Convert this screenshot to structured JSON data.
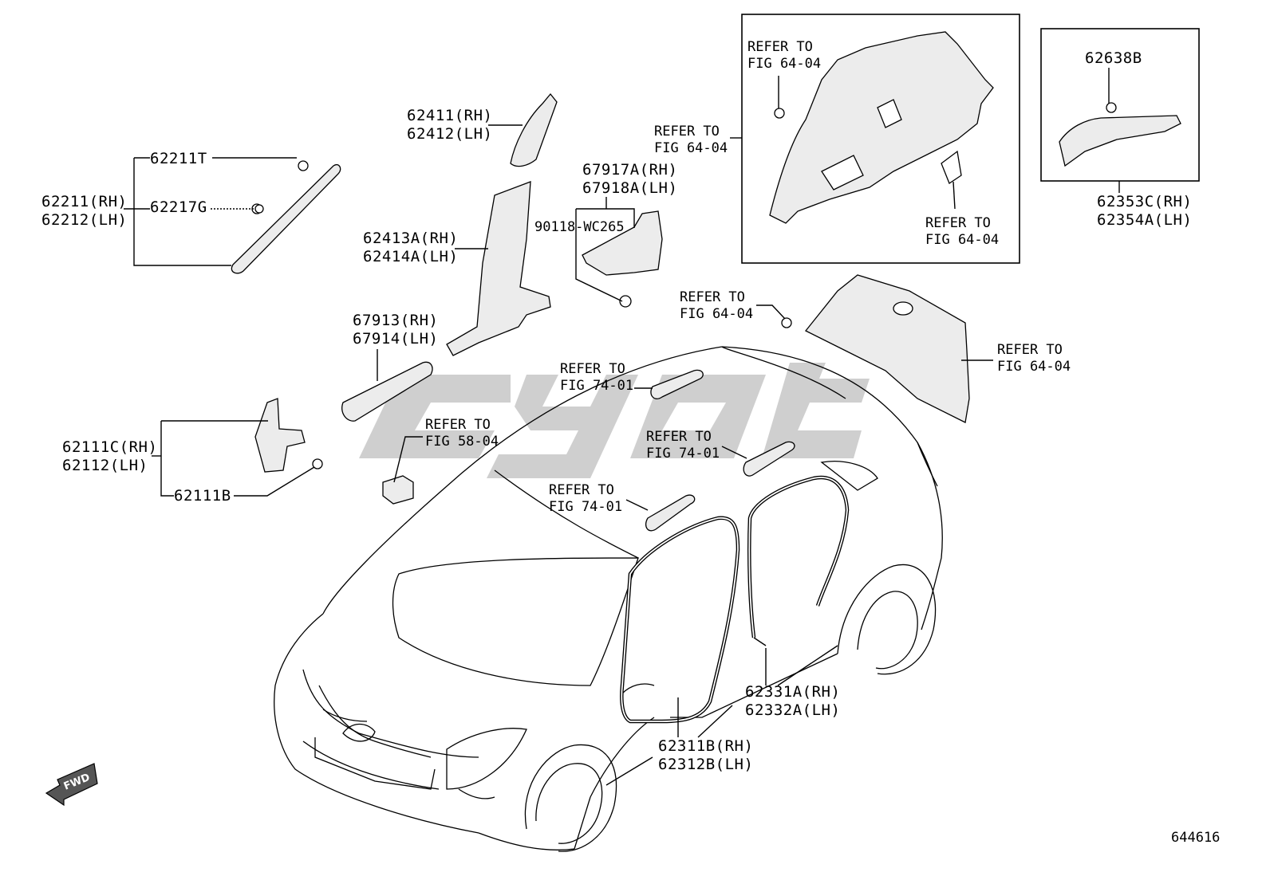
{
  "diagram_number": "644616",
  "fwd_arrow": "FWD",
  "watermark": "cyot",
  "parts": {
    "p62211": [
      "62211(RH)",
      "62212(LH)"
    ],
    "p62211T": "62211T",
    "p62217G": "62217G",
    "p62411": [
      "62411(RH)",
      "62412(LH)"
    ],
    "p62413A": [
      "62413A(RH)",
      "62414A(LH)"
    ],
    "p67917A": [
      "67917A(RH)",
      "67918A(LH)"
    ],
    "p90118": "90118-WC265",
    "p67913": [
      "67913(RH)",
      "67914(LH)"
    ],
    "p62111C": [
      "62111C(RH)",
      "62112(LH)"
    ],
    "p62111B": "62111B",
    "p62638B": "62638B",
    "p62353C": [
      "62353C(RH)",
      "62354A(LH)"
    ],
    "p62331A": [
      "62331A(RH)",
      "62332A(LH)"
    ],
    "p62311B": [
      "62311B(RH)",
      "62312B(LH)"
    ]
  },
  "refs": {
    "r1": [
      "REFER TO",
      "FIG 64-04"
    ],
    "r2": [
      "REFER TO",
      "FIG 64-04"
    ],
    "r3": [
      "REFER TO",
      "FIG 64-04"
    ],
    "r4": [
      "REFER TO",
      "FIG 64-04"
    ],
    "r5": [
      "REFER TO",
      "FIG 64-04"
    ],
    "r6": [
      "REFER TO",
      "FIG 74-01"
    ],
    "r7": [
      "REFER TO",
      "FIG 74-01"
    ],
    "r8": [
      "REFER TO",
      "FIG 74-01"
    ],
    "r9": [
      "REFER TO",
      "FIG 58-04"
    ]
  }
}
